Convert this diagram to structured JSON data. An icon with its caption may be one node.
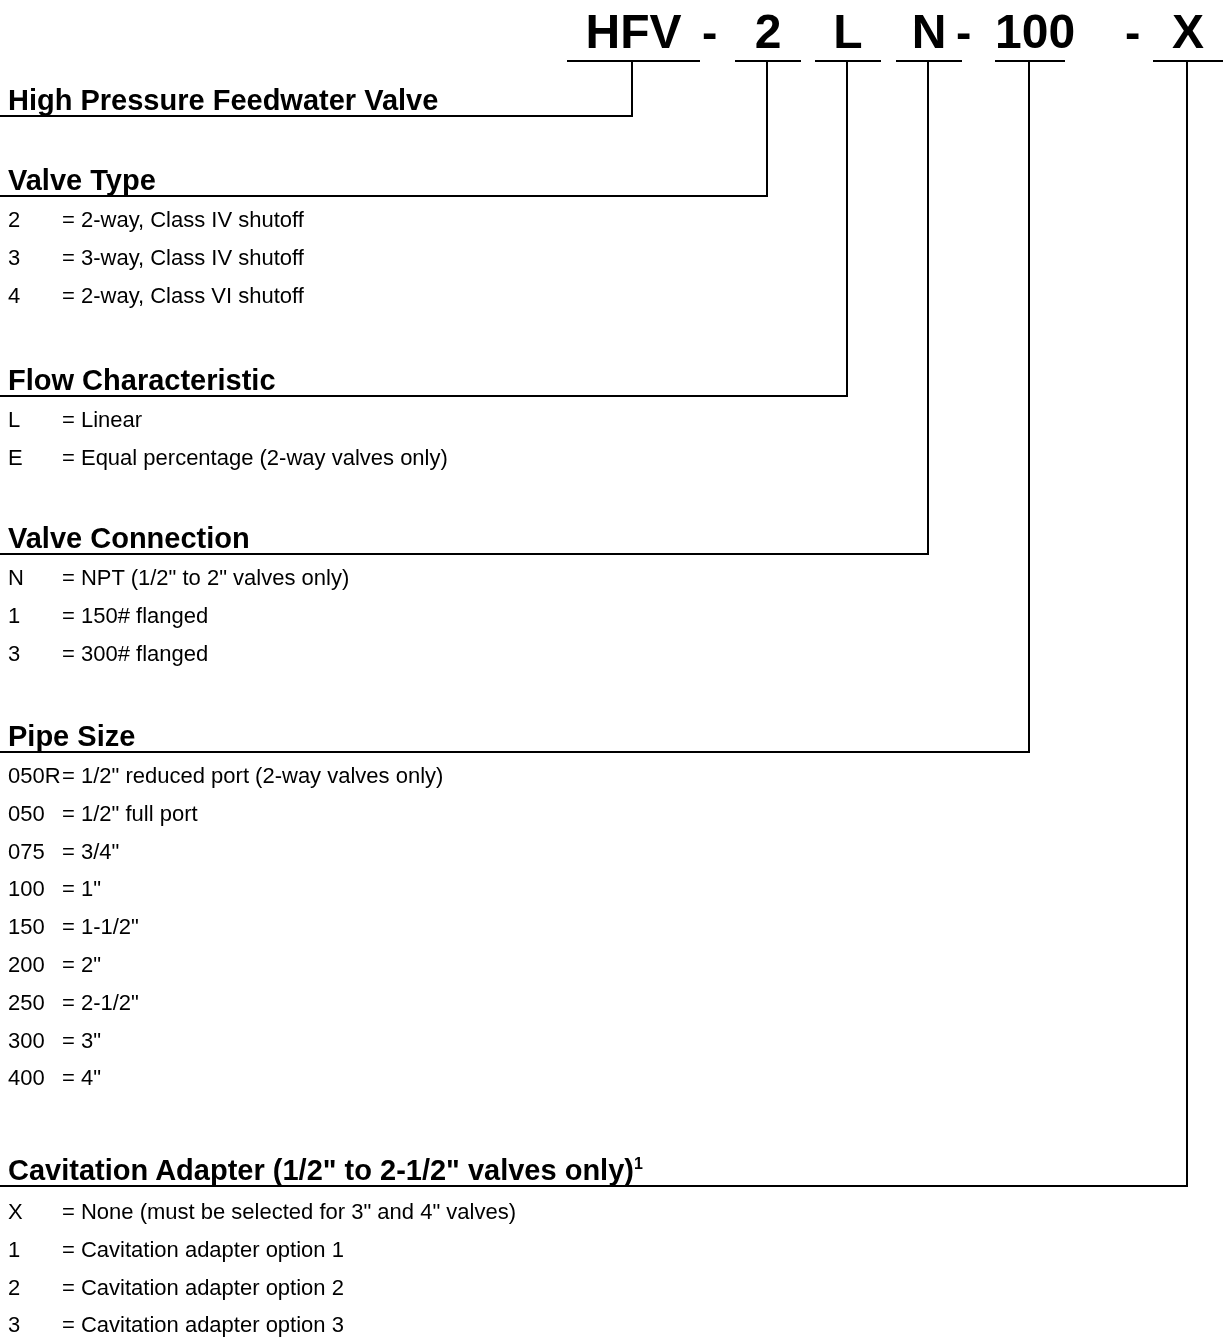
{
  "diagram": {
    "nodes": [
      {
        "text": [
          "HFV"
        ]
      },
      {
        "text": [
          "2"
        ]
      },
      {
        "text": [
          "L"
        ]
      },
      {
        "text": [
          "N"
        ]
      },
      {
        "text": [
          "100"
        ]
      },
      {
        "text": [
          "X"
        ]
      },
      {
        "text": [
          "High Pressure Feedwater Valve"
        ]
      },
      {
        "text": [
          "Valve Type"
        ]
      },
      {
        "text": [
          "Flow Characteristic"
        ]
      },
      {
        "text": [
          "Valve Connection"
        ]
      },
      {
        "text": [
          "Pipe Size"
        ]
      },
      {
        "text": [
          "Cavitation Adapter (1/2\" to 2-1/2\" valves only)$^{1}$"
        ]
      }
    ],
    "edges": [
      {
        "from": 0,
        "to": 6,
        "arrow": "none"
      },
      {
        "from": 1,
        "to": 7,
        "arrow": "none"
      },
      {
        "from": 2,
        "to": 8,
        "arrow": "none"
      },
      {
        "from": 3,
        "to": 9,
        "arrow": "none"
      },
      {
        "from": 4,
        "to": 10,
        "arrow": "none"
      },
      {
        "from": 5,
        "to": 11,
        "arrow": "none"
      }
    ],
    "labels": [
      "-",
      "-",
      "-",
      "2",
      "= 2-way, Class IV shutoff",
      "3",
      "= 3-way, Class IV shutoff",
      "4",
      "= 2-way, Class VI shutoff",
      "L",
      "= Linear",
      "E",
      "= Equal percentage (2-way valves only)",
      "N",
      "= NPT (1/2\" to 2\" valves only)",
      "1",
      "= 150# flanged",
      "3",
      "= 300# flanged",
      "050R",
      "= 1/2\" reduced port (2-way valves only)",
      "050",
      "= 1/2\" full port",
      "075",
      "= 3/4\"",
      "100",
      "= 1\"",
      "150",
      "= 1-1/2\"",
      "200",
      "= 2\"",
      "250",
      "= 2-1/2\"",
      "300",
      "= 3\"",
      "400",
      "= 4\"",
      "X",
      "= None (must be selected for 3\" and 4\" valves)",
      "1",
      "= Cavitation adapter option 1",
      "2",
      "= Cavitation adapter option 2",
      "3",
      "= Cavitation adapter option 3"
    ]
  }
}
